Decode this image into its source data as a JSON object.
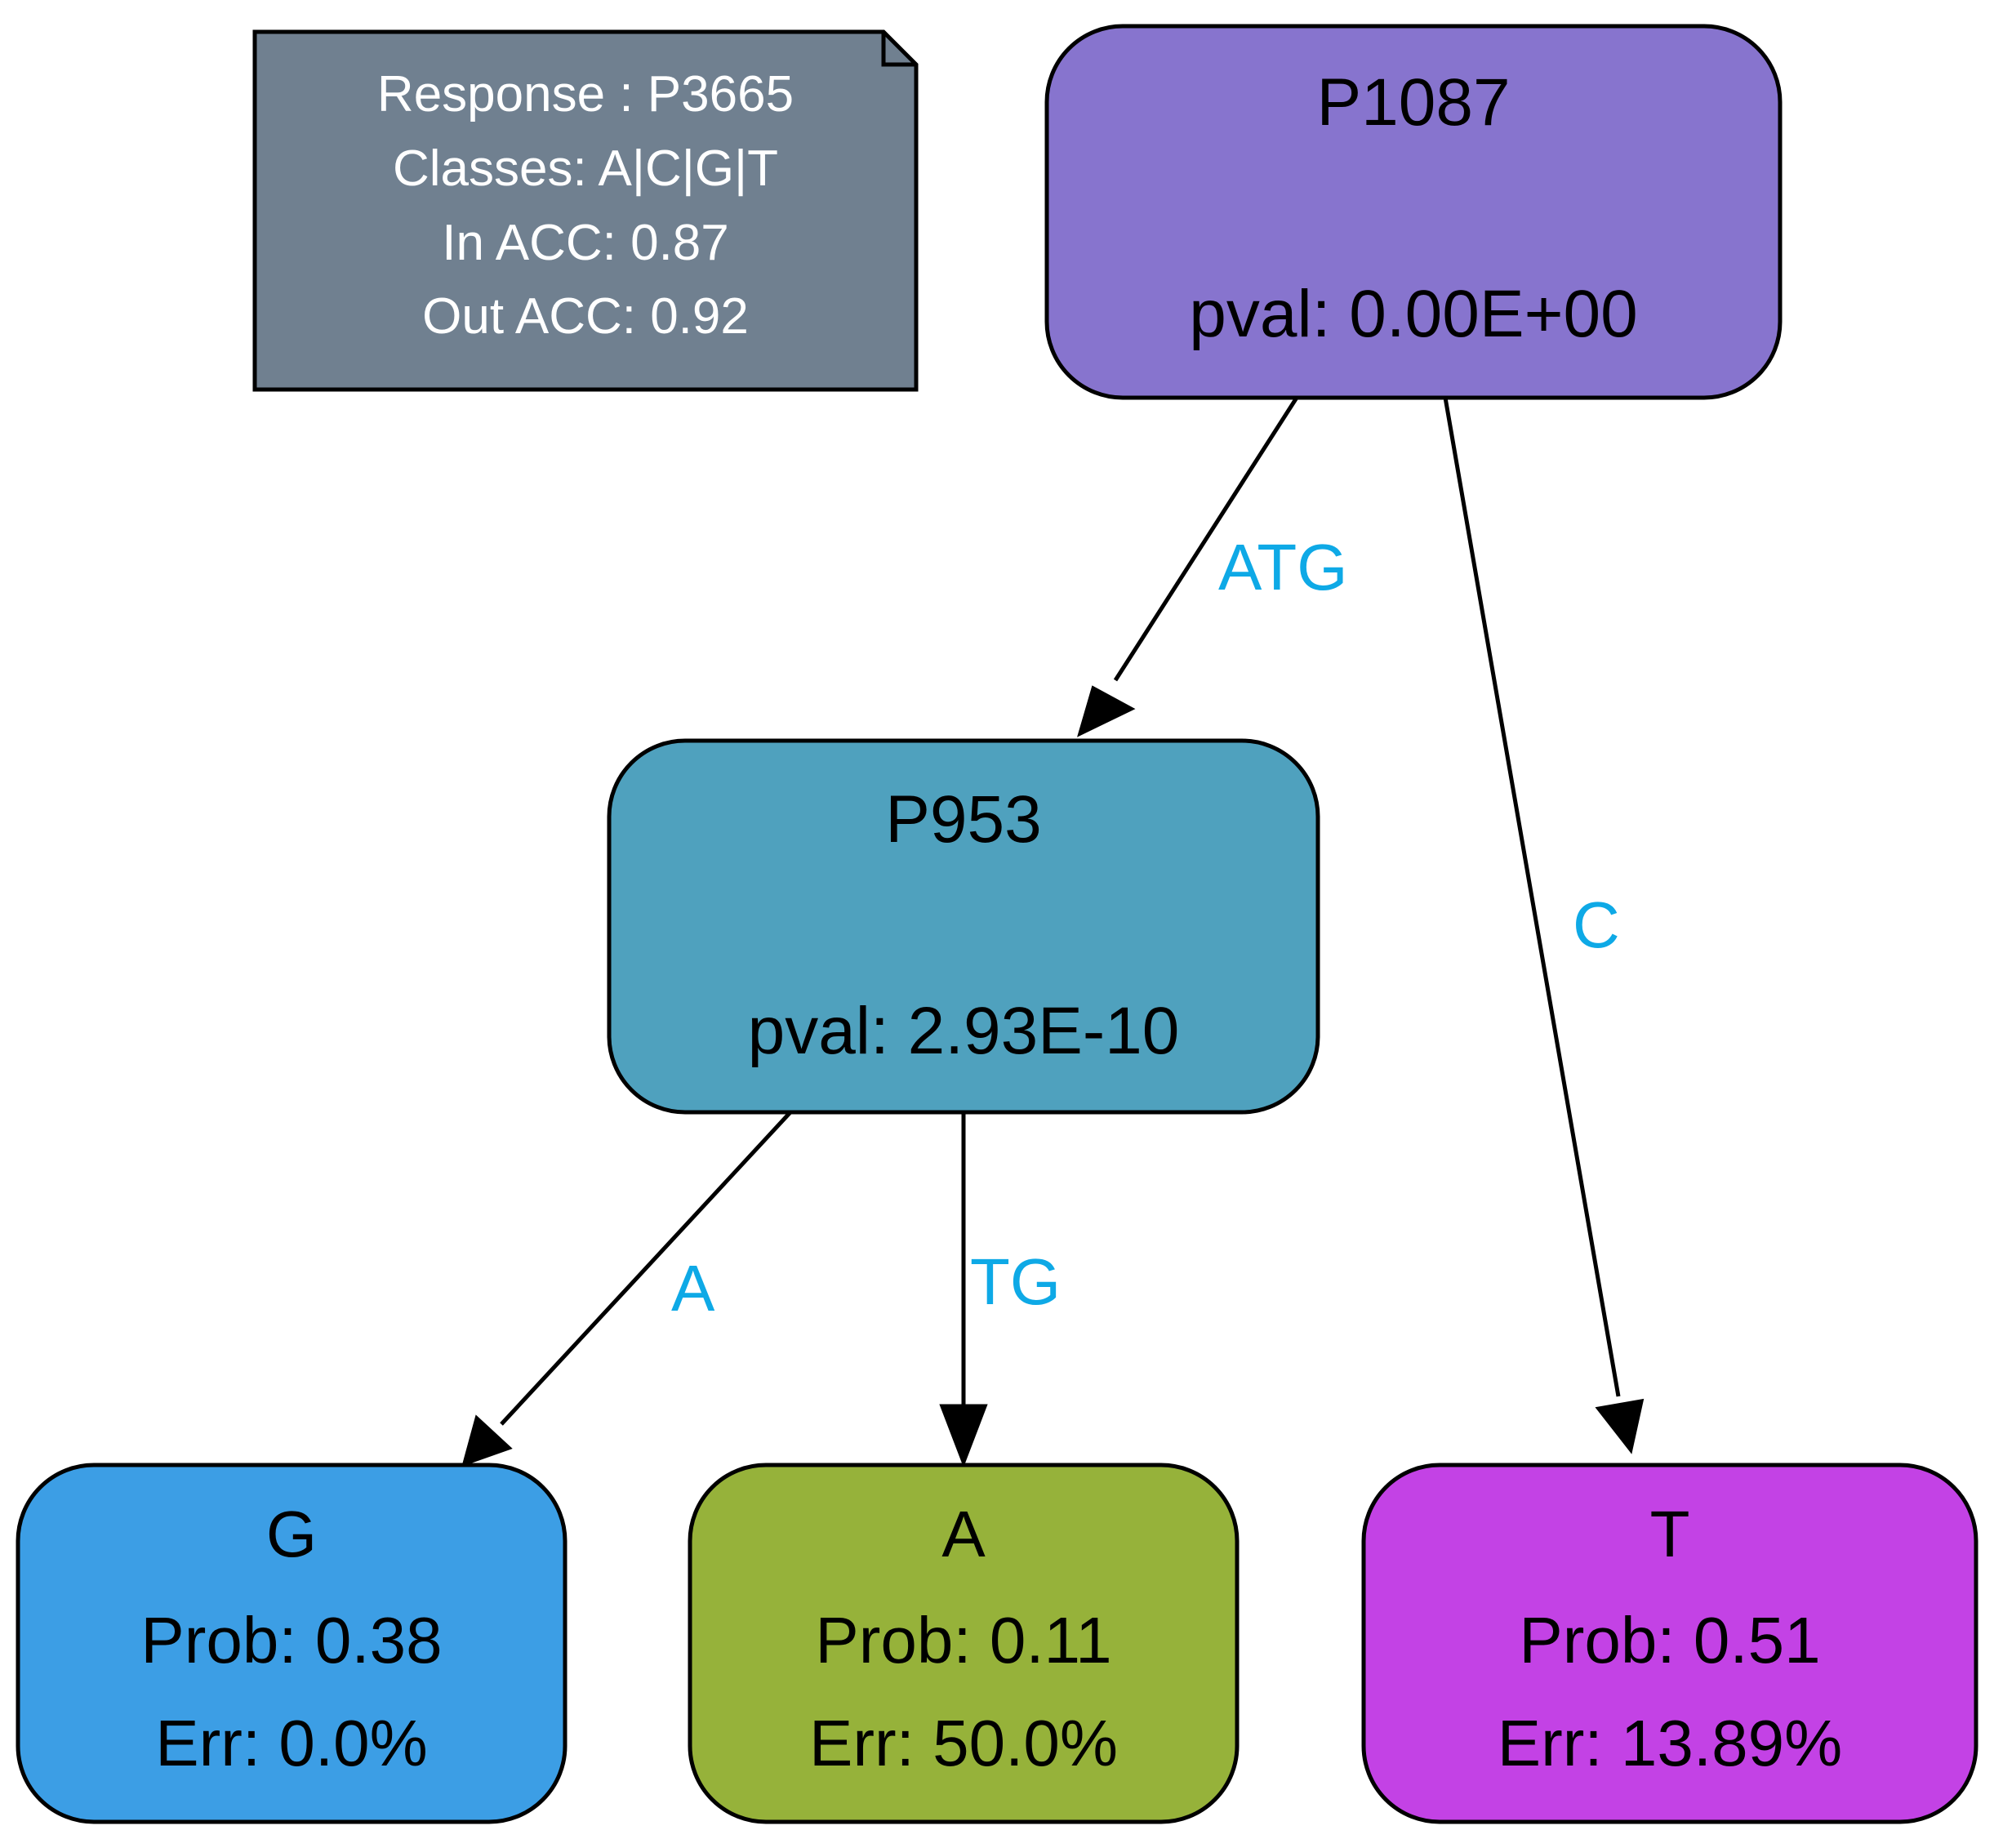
{
  "info_box": {
    "response": "Response : P3665",
    "classes": "Classes: A|C|G|T",
    "in_acc": "In ACC: 0.87",
    "out_acc": "Out ACC: 0.92",
    "fill": "#708090"
  },
  "nodes": {
    "p1087": {
      "title": "P1087",
      "pval": "pval: 0.00E+00",
      "fill": "#8774CE"
    },
    "p953": {
      "title": "P953",
      "pval": "pval: 2.93E-10",
      "fill": "#4FA1BE"
    },
    "g": {
      "title": "G",
      "prob": "Prob: 0.38",
      "err": "Err: 0.0%",
      "fill": "#3C9EE5"
    },
    "a": {
      "title": "A",
      "prob": "Prob: 0.11",
      "err": "Err: 50.0%",
      "fill": "#96B23A"
    },
    "t": {
      "title": "T",
      "prob": "Prob: 0.51",
      "err": "Err: 13.89%",
      "fill": "#C342E5"
    }
  },
  "edges": {
    "p1087_p953": {
      "label": "ATG"
    },
    "p1087_t": {
      "label": "C"
    },
    "p953_g": {
      "label": "A"
    },
    "p953_a": {
      "label": "TG"
    }
  },
  "colors": {
    "edge_label": "#0EA9E6",
    "edge_line": "#000000"
  }
}
